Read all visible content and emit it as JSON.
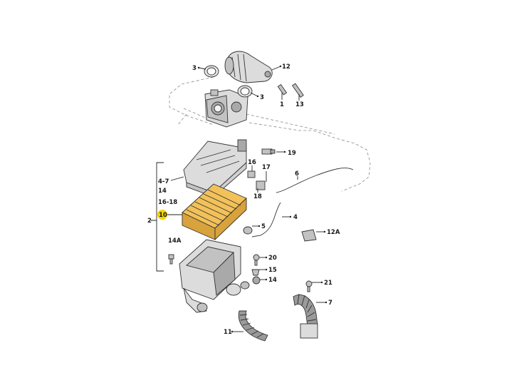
{
  "callouts": {
    "c3a": "3",
    "c12": "12",
    "c3b": "3",
    "c1": "1",
    "c13": "13",
    "c19": "19",
    "c16": "16",
    "c17": "17",
    "c18": "18",
    "c6": "6",
    "c47": "4-7",
    "c14a": "14",
    "c1618": "16-18",
    "c2": "2",
    "c10": "10",
    "c4": "4",
    "c5": "5",
    "c12A": "12A",
    "c14A": "14A",
    "c20": "20",
    "c15": "15",
    "c14b": "14",
    "c21": "21",
    "c7": "7",
    "c11": "11"
  },
  "colors": {
    "filter": "#f2c15a",
    "filter_dark": "#d8a23c",
    "highlight": "#f4d400",
    "part_grey": "#dcdcdc"
  }
}
